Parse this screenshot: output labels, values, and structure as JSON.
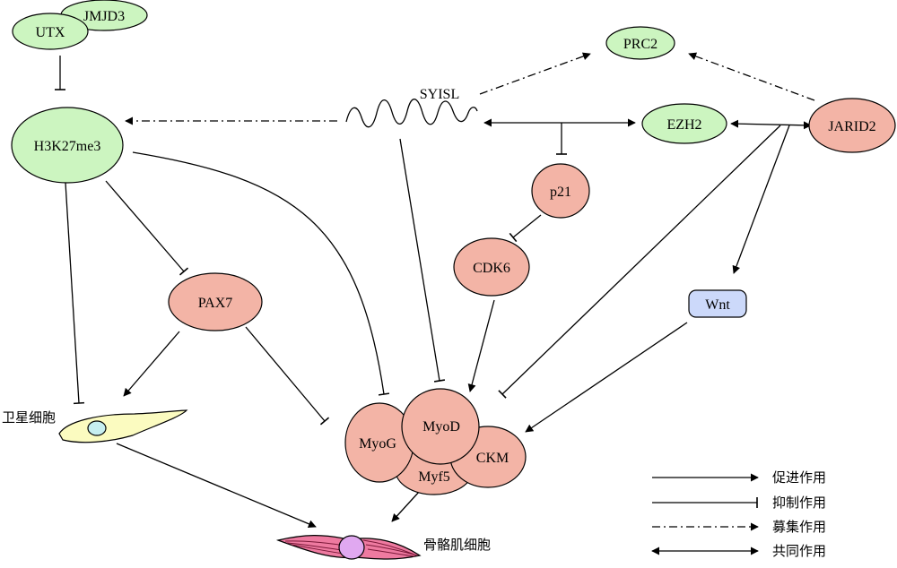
{
  "nodes": {
    "utx": "UTX",
    "jmjd3": "JMJD3",
    "h3k27me3": "H3K27me3",
    "syisl": "SYISL",
    "prc2": "PRC2",
    "ezh2": "EZH2",
    "jarid2": "JARID2",
    "p21": "p21",
    "cdk6": "CDK6",
    "pax7": "PAX7",
    "wnt": "Wnt",
    "myog": "MyoG",
    "myod": "MyoD",
    "myf5": "Myf5",
    "ckm": "CKM"
  },
  "cells": {
    "satellite": "卫星细胞",
    "skeletal_muscle": "骨骼肌细胞"
  },
  "legend": {
    "promote": "促进作用",
    "inhibit": "抑制作用",
    "recruit": "募集作用",
    "mutual": "共同作用"
  },
  "colors": {
    "green_node": "#ccf5c0",
    "red_node": "#f3b4a6",
    "blue_node": "#ccd9fa",
    "satellite_cell": "#fbfbc0",
    "nucleus_cyan": "#c6eef0",
    "muscle_pink": "#ee7aa0",
    "nucleus_violet": "#e0a8f0"
  }
}
